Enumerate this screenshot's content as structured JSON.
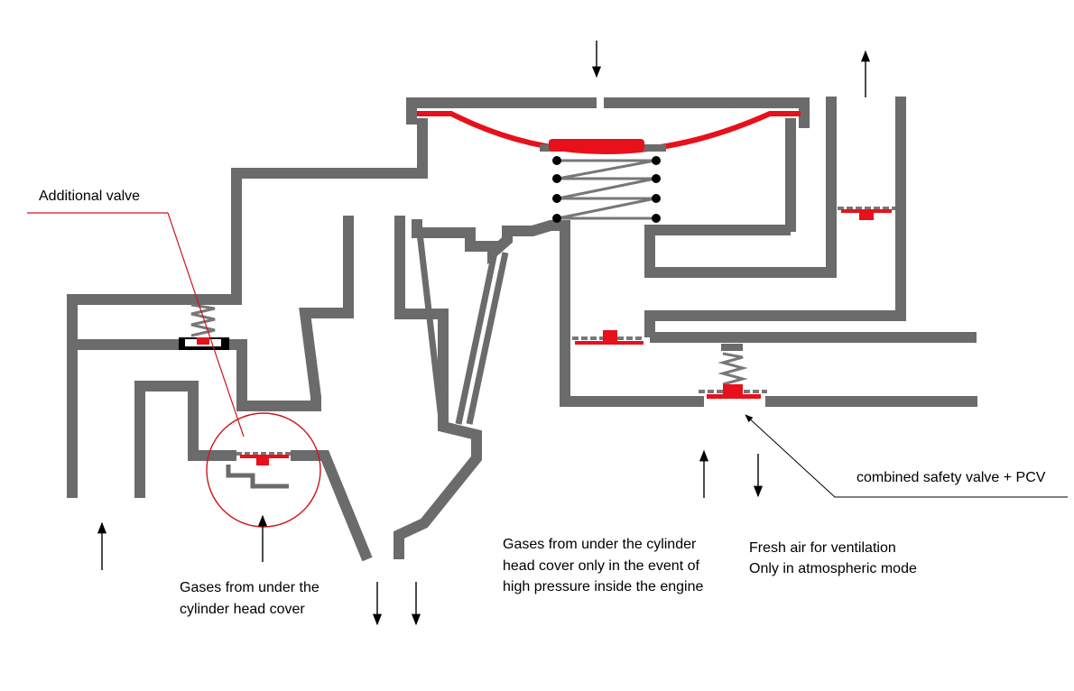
{
  "labels": {
    "additional_valve": "Additional valve",
    "combined_valve": "combined safety valve + PCV",
    "gases_cover": [
      "Gases from under the",
      "cylinder head cover"
    ],
    "gases_high": [
      "Gases from under the cylinder",
      "head cover only in the event of",
      "high pressure inside the engine"
    ],
    "fresh_air": [
      "Fresh air for ventilation",
      "Only in atmospheric mode"
    ]
  },
  "colors": {
    "wall": "#6b6b6b",
    "valve": "#e8101a",
    "leader": "#d0141e",
    "text": "#000000"
  }
}
